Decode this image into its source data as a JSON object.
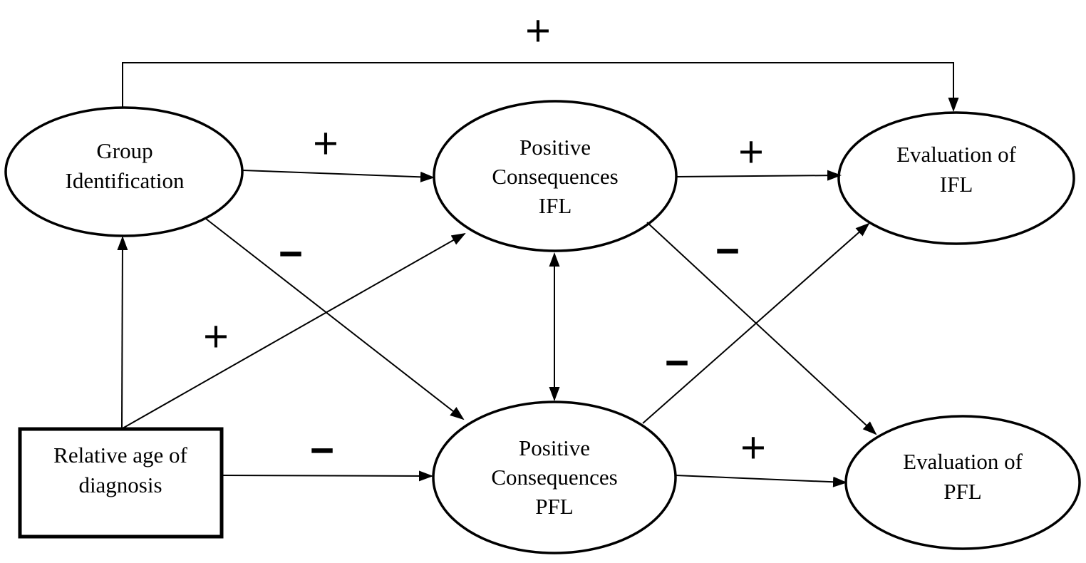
{
  "diagram": {
    "colors": {
      "stroke": "#000000",
      "background": "#ffffff",
      "text": "#000000"
    },
    "nodes": {
      "group_identification": {
        "shape": "ellipse",
        "label": "Group Identification",
        "lines": [
          "Group",
          "Identification"
        ]
      },
      "positive_consequences_ifl": {
        "shape": "ellipse",
        "label": "Positive Consequences IFL",
        "lines": [
          "Positive",
          "Consequences",
          "IFL"
        ]
      },
      "evaluation_ifl": {
        "shape": "ellipse",
        "label": "Evaluation of IFL",
        "lines": [
          "Evaluation of",
          "IFL"
        ]
      },
      "relative_age_of_diagnosis": {
        "shape": "rectangle",
        "label": "Relative age of diagnosis",
        "lines": [
          "Relative age of",
          "diagnosis"
        ]
      },
      "positive_consequences_pfl": {
        "shape": "ellipse",
        "label": "Positive Consequences PFL",
        "lines": [
          "Positive",
          "Consequences",
          "PFL"
        ]
      },
      "evaluation_pfl": {
        "shape": "ellipse",
        "label": "Evaluation of PFL",
        "lines": [
          "Evaluation of",
          "PFL"
        ]
      }
    },
    "edges": [
      {
        "from": "group_identification",
        "to": "evaluation_ifl",
        "type": "directed",
        "sign": "+"
      },
      {
        "from": "group_identification",
        "to": "positive_consequences_ifl",
        "type": "directed",
        "sign": "+"
      },
      {
        "from": "positive_consequences_ifl",
        "to": "evaluation_ifl",
        "type": "directed",
        "sign": "+"
      },
      {
        "from": "group_identification",
        "to": "positive_consequences_pfl",
        "type": "directed",
        "sign": "−"
      },
      {
        "from": "relative_age_of_diagnosis",
        "to": "group_identification",
        "type": "directed",
        "sign": ""
      },
      {
        "from": "relative_age_of_diagnosis",
        "to": "positive_consequences_ifl",
        "type": "directed",
        "sign": "+"
      },
      {
        "from": "relative_age_of_diagnosis",
        "to": "positive_consequences_pfl",
        "type": "directed",
        "sign": "−"
      },
      {
        "from": "positive_consequences_ifl",
        "to": "positive_consequences_pfl",
        "type": "bidirectional",
        "sign": ""
      },
      {
        "from": "positive_consequences_ifl",
        "to": "evaluation_pfl",
        "type": "directed",
        "sign": "−"
      },
      {
        "from": "positive_consequences_pfl",
        "to": "evaluation_ifl",
        "type": "directed",
        "sign": "−"
      },
      {
        "from": "positive_consequences_pfl",
        "to": "evaluation_pfl",
        "type": "directed",
        "sign": "+"
      }
    ]
  }
}
